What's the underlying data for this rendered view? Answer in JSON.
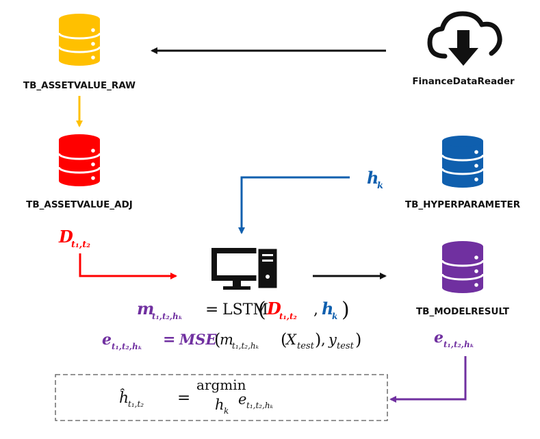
{
  "colors": {
    "yellow": "#FFC000",
    "red": "#FF0000",
    "blue": "#0F5FAE",
    "purple": "#7030A0",
    "black": "#111111"
  },
  "nodes": {
    "raw_db": {
      "label": "TB_ASSETVALUE_RAW",
      "icon": "database-icon",
      "color": "yellow"
    },
    "adj_db": {
      "label": "TB_ASSETVALUE_ADJ",
      "icon": "database-icon",
      "color": "red"
    },
    "hyper_db": {
      "label": "TB_HYPERPARAMETER",
      "icon": "database-icon",
      "color": "blue"
    },
    "result_db": {
      "label": "TB_MODELRESULT",
      "icon": "database-icon",
      "color": "purple"
    },
    "source": {
      "label": "FinanceDataReader",
      "icon": "cloud-download-icon"
    },
    "computer": {
      "icon": "computer-icon"
    }
  },
  "formulas": {
    "data_symbol": "D",
    "data_subscript": "t₁,t₂",
    "hyper_symbol": "h",
    "hyper_subscript": "k",
    "model_symbol": "m",
    "model_subscript": "t₁,t₂,hₖ",
    "lstm": "LSTM",
    "error_symbol": "e",
    "mse": "MSE",
    "x_test": "X",
    "y_test": "y",
    "test_subscript": "test",
    "h_hat": "ĥ",
    "argmin": "argmin"
  }
}
